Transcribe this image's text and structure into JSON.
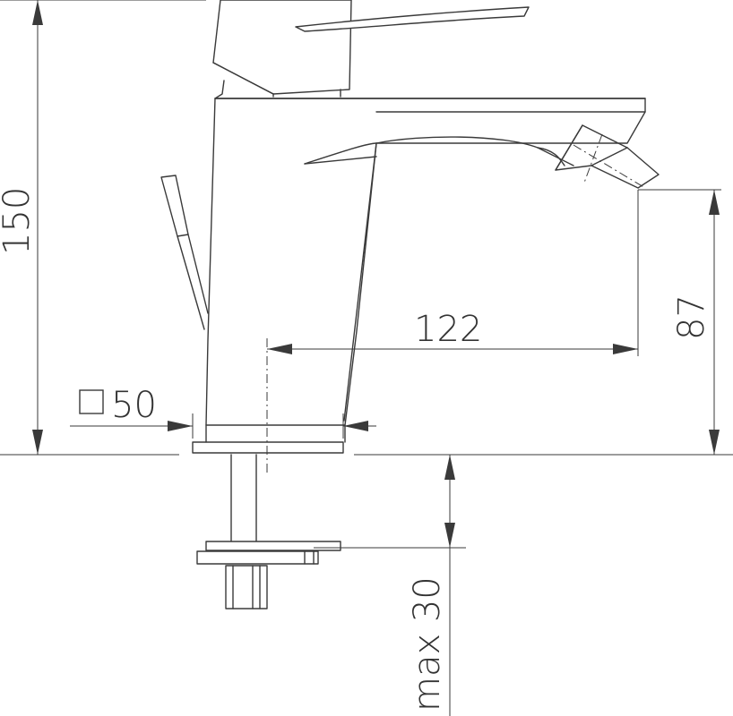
{
  "dimensions": {
    "total_height": "150",
    "spout_height": "87",
    "spout_reach": "122",
    "base_size": "50",
    "base_square_symbol": "square",
    "mount_thickness": "max 30"
  }
}
